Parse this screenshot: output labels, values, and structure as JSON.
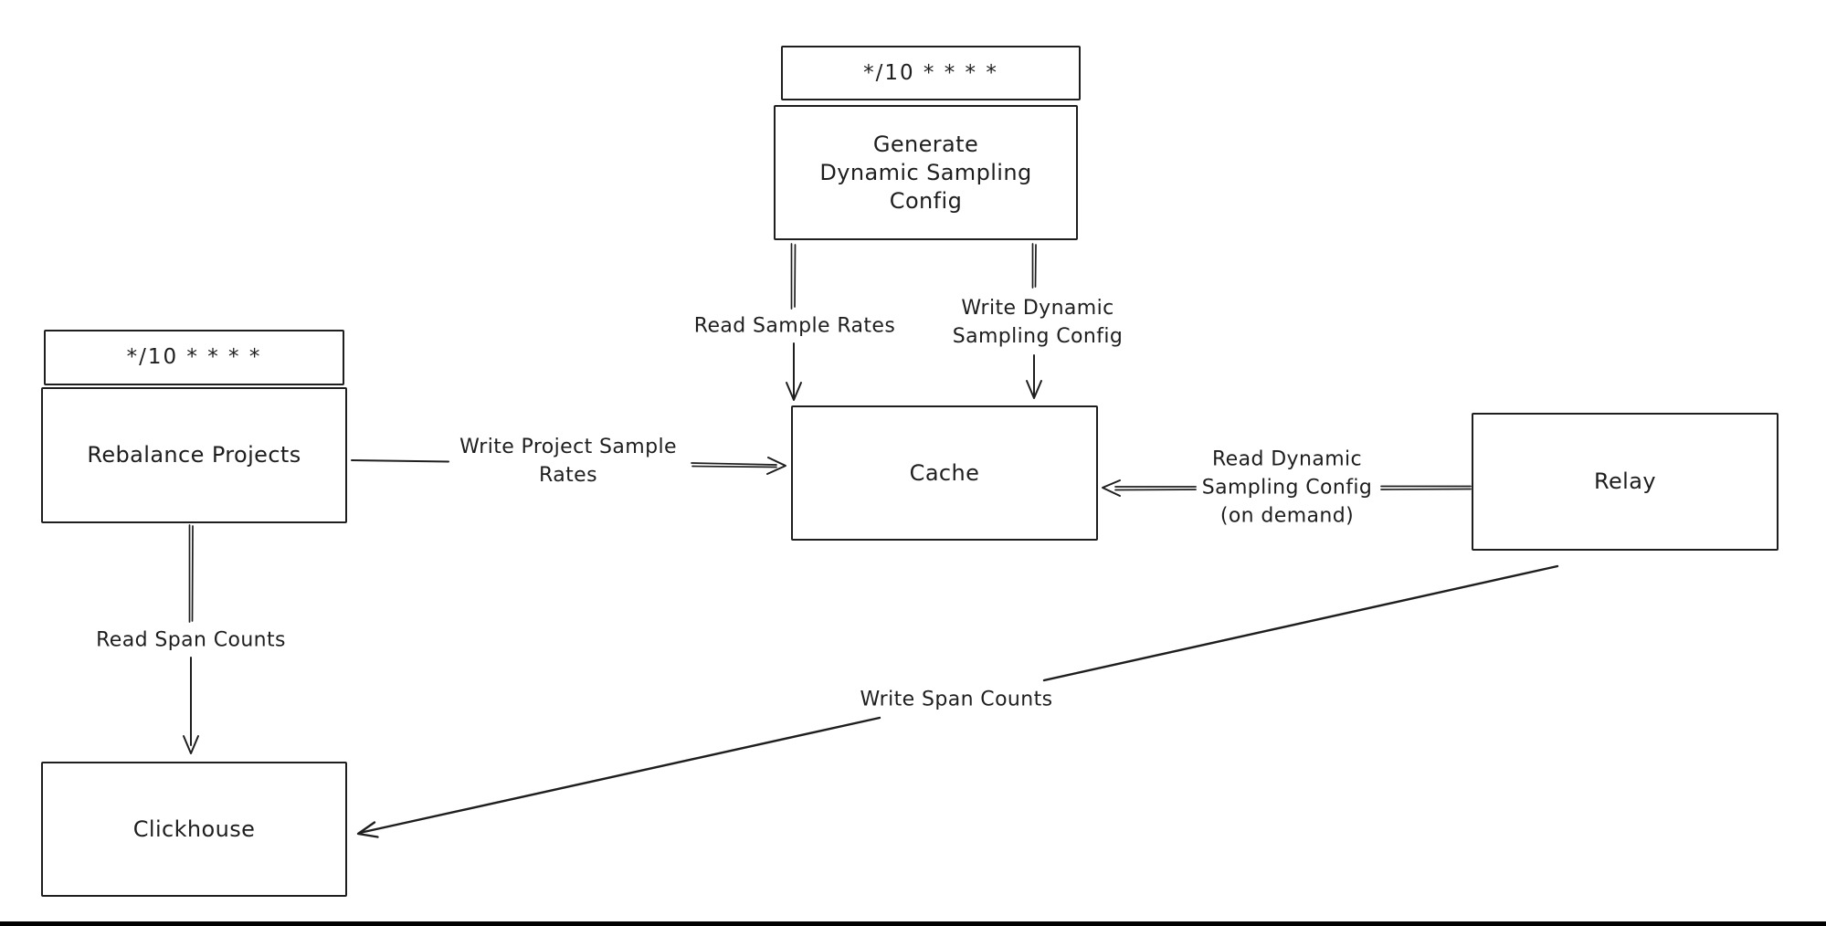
{
  "canvas": {
    "background": "#ffffff",
    "stroke_color": "#1e1e1e",
    "bottom_bar_color": "#000000"
  },
  "nodes": {
    "generate_cron": {
      "label": "*/10 * * * *"
    },
    "generate": {
      "label": "Generate\nDynamic Sampling\nConfig"
    },
    "rebalance_cron": {
      "label": "*/10 * * * *"
    },
    "rebalance": {
      "label": "Rebalance Projects"
    },
    "cache": {
      "label": "Cache"
    },
    "relay": {
      "label": "Relay"
    },
    "clickhouse": {
      "label": "Clickhouse"
    }
  },
  "edges": {
    "write_project_sample_rates": {
      "label": "Write Project Sample\nRates",
      "from": "rebalance",
      "to": "cache"
    },
    "read_sample_rates": {
      "label": "Read Sample Rates",
      "from": "generate",
      "to": "cache"
    },
    "write_dynamic_sampling_config": {
      "label": "Write Dynamic\nSampling Config",
      "from": "generate",
      "to": "cache"
    },
    "read_dynamic_sampling_config": {
      "label": "Read Dynamic\nSampling Config\n(on demand)",
      "from": "relay",
      "to": "cache"
    },
    "read_span_counts": {
      "label": "Read Span Counts",
      "from": "rebalance",
      "to": "clickhouse"
    },
    "write_span_counts": {
      "label": "Write Span Counts",
      "from": "relay",
      "to": "clickhouse"
    }
  }
}
